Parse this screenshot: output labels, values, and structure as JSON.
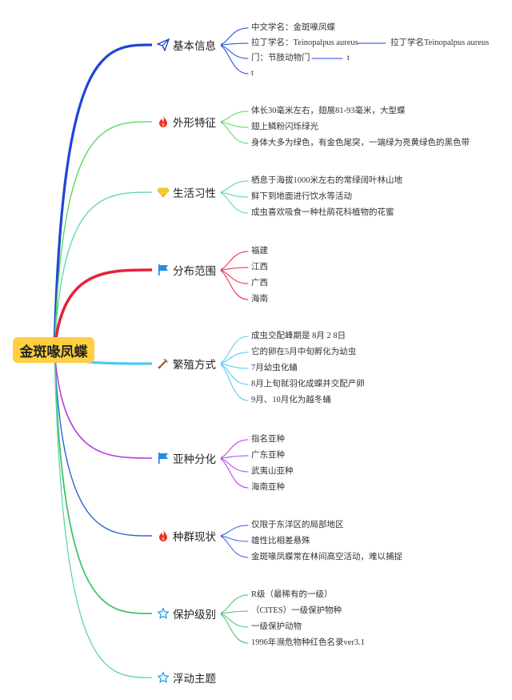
{
  "root": {
    "label": "金斑喙凤蝶"
  },
  "colors": {
    "root_bg": "#ffcf3f",
    "branch_colors": [
      "#1f45d6",
      "#52d65a",
      "#52d6a6",
      "#e8213c",
      "#4ec8f0",
      "#b43be0",
      "#2f5fd6",
      "#3fc46a",
      "#5fd6a6"
    ]
  },
  "branches": [
    {
      "label": "基本信息",
      "icon": "paper-plane-icon",
      "children": [
        "中文学名：金斑喙凤蝶",
        "拉丁学名：Teinopalpus aureus",
        "门：节肢动物门",
        "t"
      ],
      "sub": [
        {
          "parent_index": 1,
          "label": "拉丁学名Teinopalpus aureus"
        },
        {
          "parent_index": 2,
          "label": "t"
        }
      ]
    },
    {
      "label": "外形特征",
      "icon": "flame-icon",
      "children": [
        "体长30毫米左右，翅展81-93毫米，大型蝶",
        "翅上鳞粉闪烁绿光",
        "身体大多为绿色，有金色尾突，一端绿为亮黄绿色的黑色带"
      ]
    },
    {
      "label": "生活习性",
      "icon": "diamond-icon",
      "children": [
        "栖息于海拔1000米左右的常绿阔叶林山地",
        "鲜下到地面进行饮水等活动",
        "成虫喜欢吸食一种杜鹃花科植物的花蜜"
      ]
    },
    {
      "label": "分布范围",
      "icon": "flag-icon",
      "children": [
        "福建",
        "江西",
        "广西",
        "海南"
      ]
    },
    {
      "label": "繁殖方式",
      "icon": "pickaxe-icon",
      "children": [
        "成虫交配峰期是 8月 2 8日",
        "它的卵在5月中旬孵化为幼虫",
        "7月幼虫化蛹",
        "8月上旬就羽化成蝶并交配产卵",
        "9月、10月化为越冬蛹"
      ]
    },
    {
      "label": "亚种分化",
      "icon": "flag-icon",
      "children": [
        "指名亚种",
        "广东亚种",
        "武夷山亚种",
        "海南亚种"
      ]
    },
    {
      "label": "种群现状",
      "icon": "flame-icon",
      "children": [
        "仅限于东洋区的局部地区",
        "雄性比相差悬殊",
        "金斑喙凤蝶常在林间高空活动，难以捕捉"
      ]
    },
    {
      "label": "保护级别",
      "icon": "star-icon",
      "children": [
        "R级（最稀有的一级）",
        "（CITES）一级保护物种",
        "一级保护动物",
        "1996年濒危物种红色名录ver3.1"
      ]
    },
    {
      "label": "浮动主题",
      "icon": "star-icon",
      "children": []
    }
  ]
}
